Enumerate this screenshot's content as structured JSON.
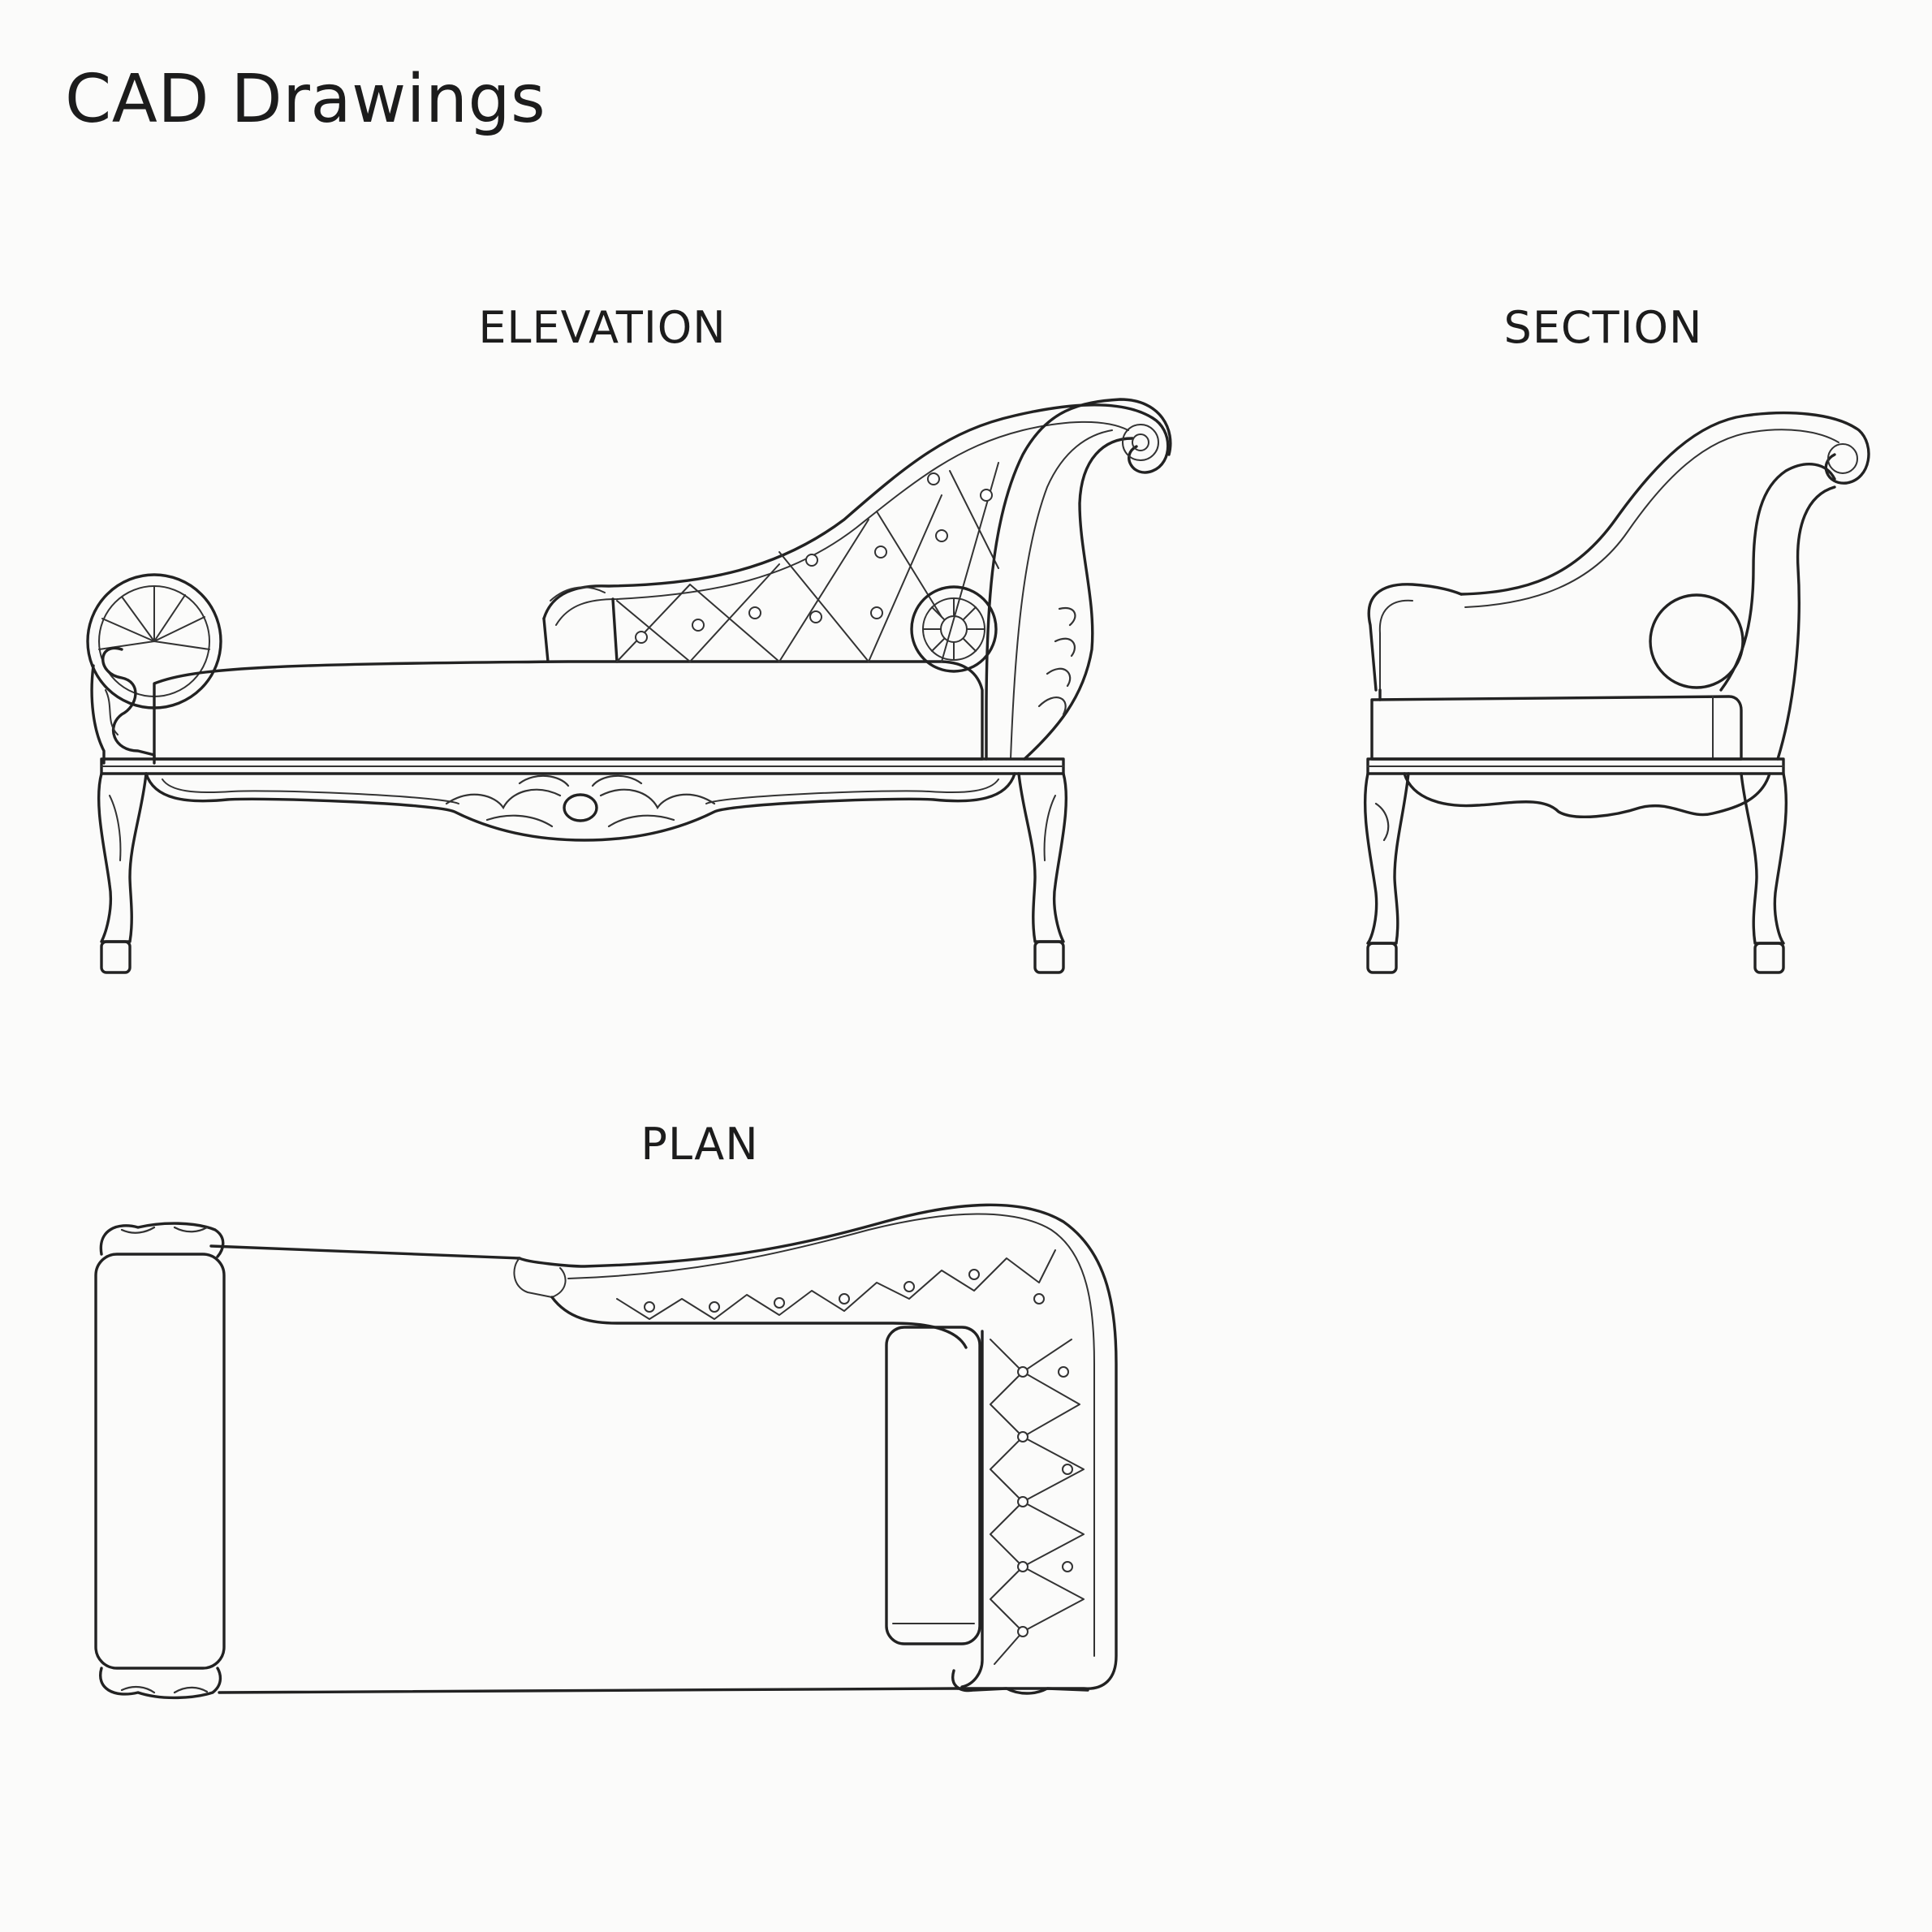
{
  "header": {
    "title": "CAD Drawings"
  },
  "views": {
    "elevation": {
      "label": "ELEVATION"
    },
    "section": {
      "label": "SECTION"
    },
    "plan": {
      "label": "PLAN"
    }
  },
  "colors": {
    "background": "#fbfbfa",
    "line": "#222222"
  }
}
